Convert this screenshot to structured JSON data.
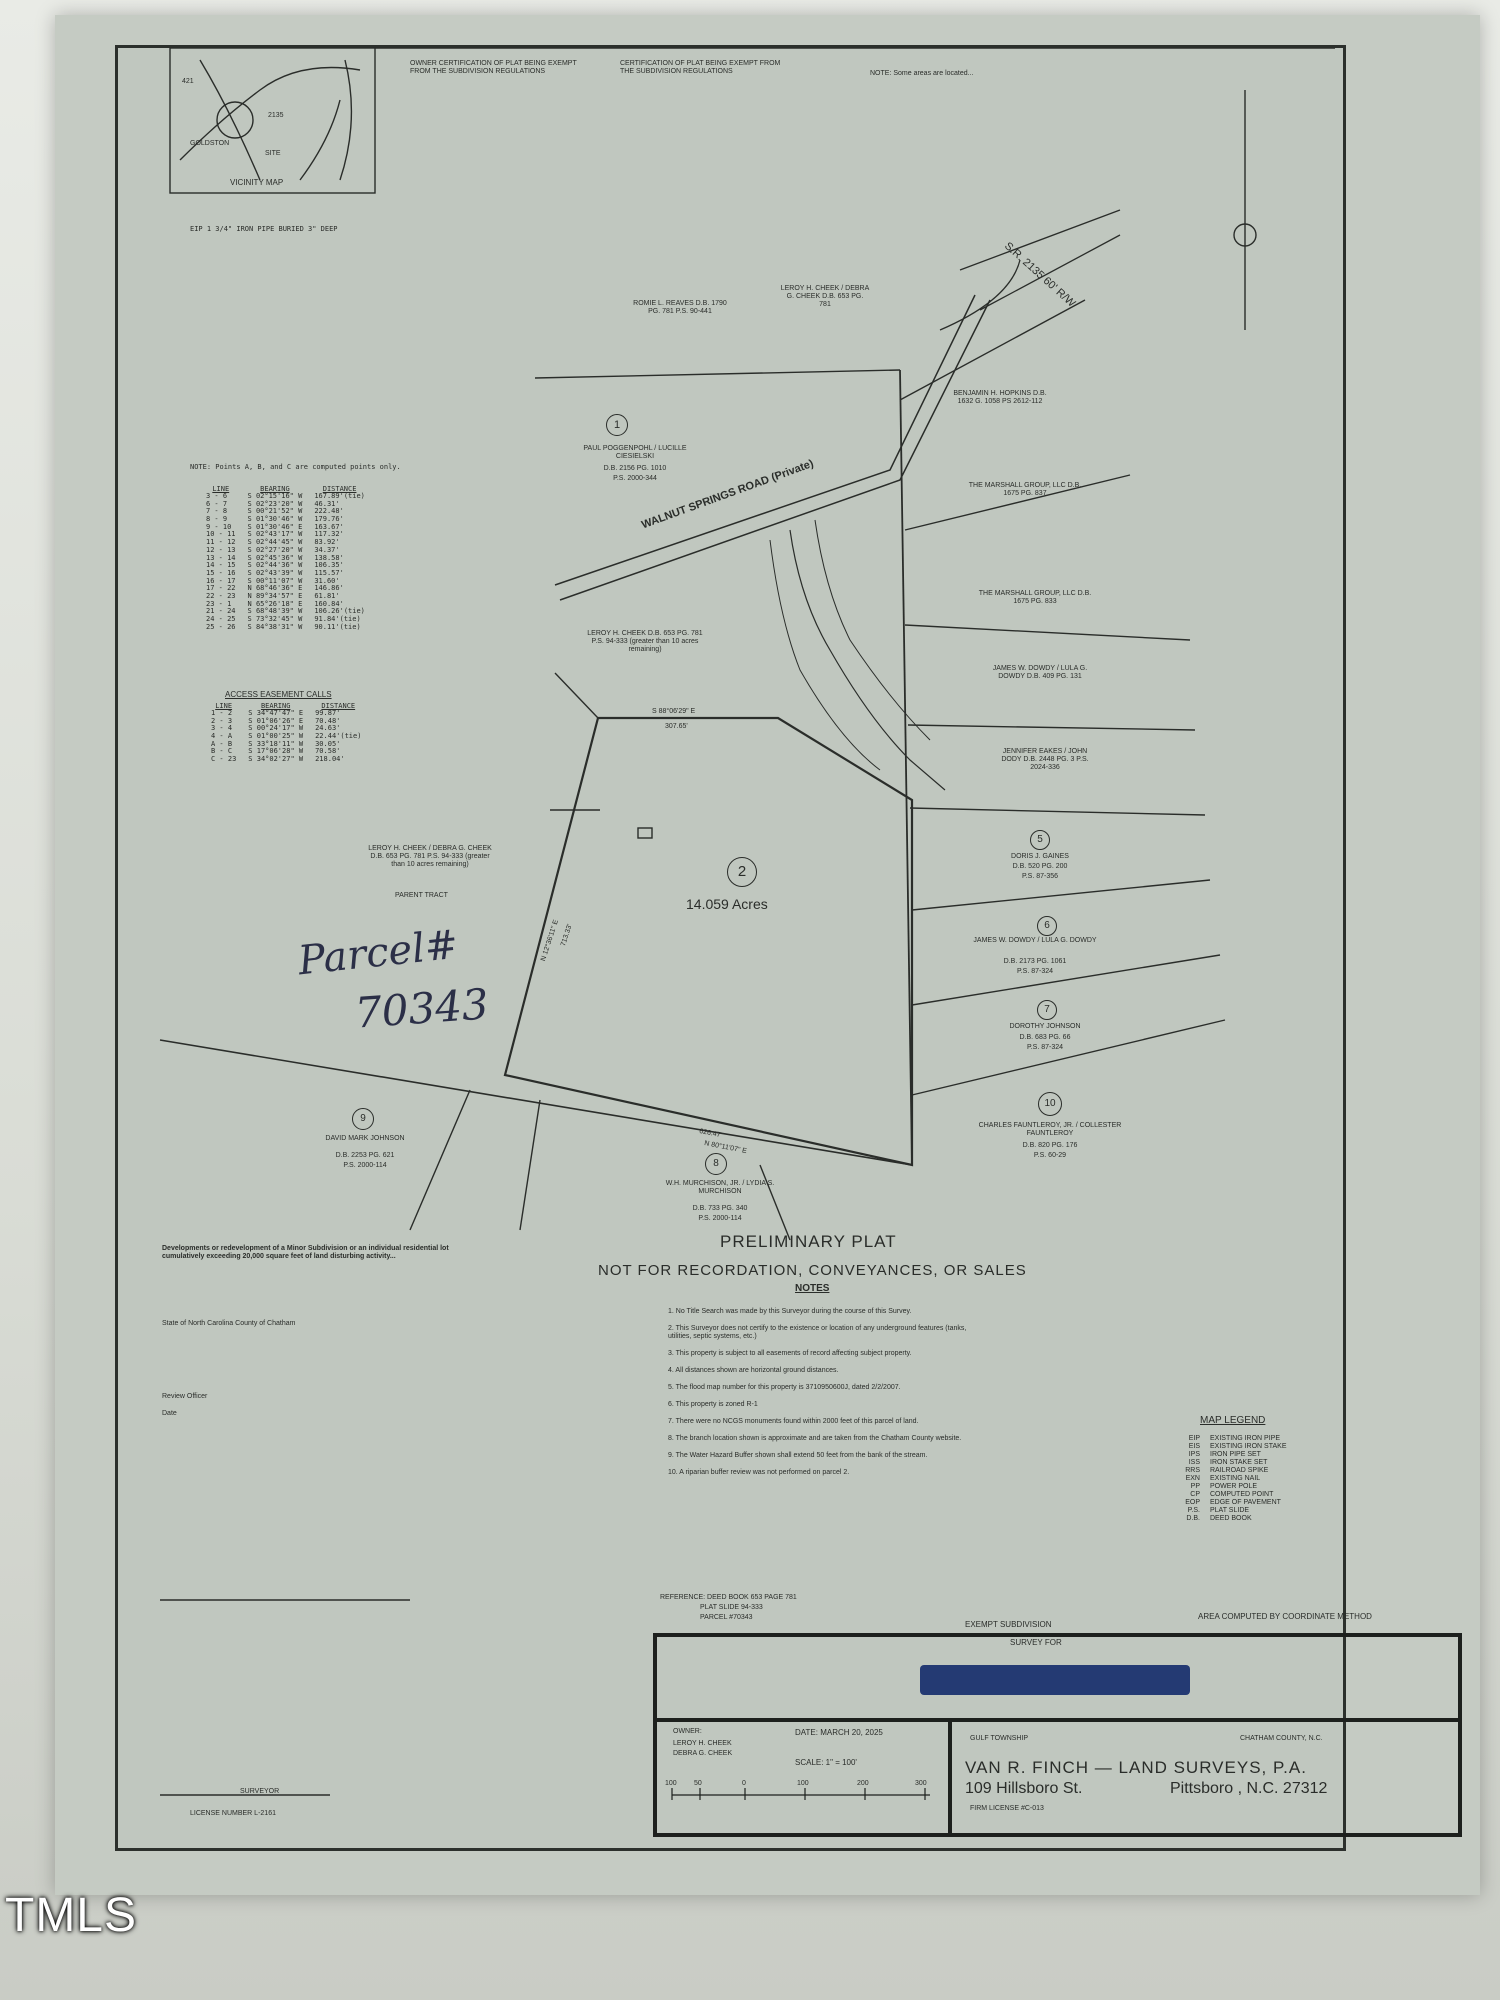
{
  "vicinity_map": {
    "label": "VICINITY MAP",
    "town": "GOLDSTON",
    "road_labels": [
      "421",
      "2135",
      "SITE"
    ]
  },
  "certificates": {
    "owner": "OWNER CERTIFICATION OF PLAT BEING EXEMPT FROM THE SUBDIVISION REGULATIONS",
    "exempt": "CERTIFICATION OF PLAT BEING EXEMPT FROM THE SUBDIVISION REGULATIONS",
    "note": "NOTE: Some areas are located..."
  },
  "pipe_list": {
    "header": "EIP 1  3/4\" IRON PIPE  BURIED 3\" DEEP",
    "note": "NOTE: Points A, B, and C are computed points only."
  },
  "line_table": {
    "headers": [
      "LINE",
      "BEARING",
      "DISTANCE"
    ],
    "rows": [
      [
        "3 - 6",
        "S 02°15'16\" W",
        "167.89'(tie)"
      ],
      [
        "6 - 7",
        "S 02°23'20\" W",
        "46.31'"
      ],
      [
        "7 - 8",
        "S 00°21'52\" W",
        "222.48'"
      ],
      [
        "8 - 9",
        "S 01°30'46\" W",
        "179.76'"
      ],
      [
        "9 - 10",
        "S 01°30'46\" E",
        "163.67'"
      ],
      [
        "10 - 11",
        "S 02°43'17\" W",
        "117.32'"
      ],
      [
        "11 - 12",
        "S 02°44'45\" W",
        "83.92'"
      ],
      [
        "12 - 13",
        "S 02°27'20\" W",
        "34.37'"
      ],
      [
        "13 - 14",
        "S 02°45'36\" W",
        "138.58'"
      ],
      [
        "14 - 15",
        "S 02°44'36\" W",
        "106.35'"
      ],
      [
        "15 - 16",
        "S 02°43'39\" W",
        "115.57'"
      ],
      [
        "16 - 17",
        "S 00°11'07\" W",
        "31.60'"
      ],
      [
        "17 - 22",
        "N 68°46'36\" E",
        "146.86'"
      ],
      [
        "22 - 23",
        "N 89°34'57\" E",
        "61.81'"
      ],
      [
        "23 - 1",
        "N 65°26'18\" E",
        "160.84'"
      ],
      [
        "21 - 24",
        "S 68°48'39\" W",
        "106.26'(tie)"
      ],
      [
        "24 - 25",
        "S 73°32'45\" W",
        "91.84'(tie)"
      ],
      [
        "25 - 26",
        "S 84°38'31\" W",
        "90.11'(tie)"
      ]
    ]
  },
  "access_table": {
    "title": "ACCESS EASEMENT CALLS",
    "headers": [
      "LINE",
      "BEARING",
      "DISTANCE"
    ],
    "rows": [
      [
        "1 - 2",
        "S 34°47'47\" E",
        "99.87'"
      ],
      [
        "2 - 3",
        "S 01°06'26\" E",
        "70.48'"
      ],
      [
        "3 - 4",
        "S 00°24'17\" W",
        "24.63'"
      ],
      [
        "4 - A",
        "S 01°00'25\" W",
        "22.44'(tie)"
      ],
      [
        "A - B",
        "S 33°18'11\" W",
        "30.05'"
      ],
      [
        "B - C",
        "S 17°06'28\" W",
        "70.58'"
      ],
      [
        "C - 23",
        "S 34°02'27\" W",
        "218.04'"
      ]
    ]
  },
  "parcels": {
    "p1": {
      "num": "1",
      "owner": "PAUL POGGENPOHL / LUCILLE CIESIELSKI",
      "db": "D.B. 2156 PG. 1010",
      "ps": "P.S. 2000-344"
    },
    "p2": {
      "num": "2",
      "acres": "14.059 Acres"
    },
    "p5": {
      "num": "5",
      "owner": "DORIS J. GAINES",
      "db": "D.B. 520 PG. 200",
      "ps": "P.S. 87-356"
    },
    "p6": {
      "num": "6",
      "owner": "JAMES W. DOWDY / LULA G. DOWDY",
      "db": "D.B. 2173 PG. 1061",
      "ps": "P.S. 87-324"
    },
    "p7": {
      "num": "7",
      "owner": "DOROTHY JOHNSON",
      "db": "D.B. 683 PG. 66",
      "ps": "P.S. 87-324"
    },
    "p8": {
      "num": "8",
      "owner": "W.H. MURCHISON, JR. / LYDIA S. MURCHISON",
      "db": "D.B. 733 PG. 340",
      "ps": "P.S. 2000-114"
    },
    "p9": {
      "num": "9",
      "owner": "DAVID MARK JOHNSON",
      "db": "D.B. 2253 PG. 621",
      "ps": "P.S. 2000-114"
    },
    "p10": {
      "num": "10",
      "owner": "CHARLES FAUNTLEROY, JR. / COLLESTER FAUNTLEROY",
      "db": "D.B. 820 PG. 176",
      "ps": "P.S. 60-29"
    }
  },
  "adjoiners": {
    "reaves": "ROMIE L. REAVES  D.B. 1790 PG. 781  P.S. 90-441",
    "cheek_top": "LEROY H. CHEEK / DEBRA G. CHEEK  D.B. 653 PG. 781",
    "hopkins": "BENJAMIN H. HOPKINS  D.B. 1632 G. 1058  PS 2612-112",
    "marshall1": "THE MARSHALL GROUP, LLC  D.B. 1675 PG. 837",
    "marshall2": "THE MARSHALL GROUP, LLC  D.B. 1675 PG. 833",
    "dowdy": "JAMES W. DOWDY / LULA G. DOWDY  D.B. 409 PG. 131",
    "eakes": "JENNIFER EAKES / JOHN DODY  D.B. 2448 PG. 3  P.S. 2024-336",
    "cheek_mid": "LEROY H. CHEEK  D.B. 653 PG. 781  P.S. 94-333  (greater than 10 acres remaining)",
    "parent": "LEROY H. CHEEK / DEBRA G. CHEEK  D.B. 653 PG. 781  P.S. 94-333  (greater than 10 acres remaining)",
    "parent_label": "PARENT TRACT"
  },
  "roads": {
    "state_road": "S.R. 2135 60' R/W",
    "walnut": "WALNUT SPRINGS ROAD (Private)",
    "call_top": "S 88°06'29\" E",
    "call_top_dist": "307.65'",
    "call_left": "N 12°36'11\" E",
    "call_left_dist": "713.33'",
    "call_bottom": "N 80°11'07\" E",
    "call_bottom_dist": "626.47'"
  },
  "handwriting": {
    "line1": "Parcel#",
    "line2": "70343"
  },
  "preliminary": {
    "title": "PRELIMINARY PLAT",
    "subtitle": "NOT FOR RECORDATION, CONVEYANCES, OR SALES"
  },
  "notes": {
    "title": "NOTES",
    "items": [
      "1. No Title Search was made by this Surveyor during the course of this Survey.",
      "2. This Surveyor does not certify to the existence or location of any underground features (tanks, utilities, septic systems, etc.)",
      "3. This property is subject to all easements of record affecting subject property.",
      "4. All distances shown are horizontal ground distances.",
      "5. The flood map number for this property is 3710950600J, dated 2/2/2007.",
      "6. This property is zoned R-1",
      "7. There were no NCGS monuments found within 2000 feet of this parcel of land.",
      "8. The branch location shown is approximate and are taken from the Chatham County website.",
      "9. The Water Hazard Buffer shown shall extend 50 feet from the bank of the stream.",
      "10. A riparian buffer review was not performed on parcel 2."
    ]
  },
  "reference": {
    "line1": "REFERENCE: DEED BOOK 653 PAGE 781",
    "line2": "PLAT SLIDE 94-333",
    "line3": "PARCEL #70343"
  },
  "legend": {
    "title": "MAP LEGEND",
    "items": [
      [
        "EIP",
        "EXISTING IRON PIPE"
      ],
      [
        "EIS",
        "EXISTING IRON STAKE"
      ],
      [
        "IPS",
        "IRON PIPE SET"
      ],
      [
        "ISS",
        "IRON STAKE SET"
      ],
      [
        "RRS",
        "RAILROAD SPIKE"
      ],
      [
        "EXN",
        "EXISTING NAIL"
      ],
      [
        "PP",
        "POWER POLE"
      ],
      [
        "CP",
        "COMPUTED POINT"
      ],
      [
        "EOP",
        "EDGE OF PAVEMENT"
      ],
      [
        "P.S.",
        "PLAT SLIDE"
      ],
      [
        "D.B.",
        "DEED BOOK"
      ]
    ],
    "area_note": "AREA COMPUTED BY COORDINATE METHOD"
  },
  "title_block": {
    "exempt": "EXEMPT SUBDIVISION",
    "survey_for": "SURVEY FOR",
    "owner_label": "OWNER:",
    "owner1": "LEROY H. CHEEK",
    "owner2": "DEBRA G. CHEEK",
    "date": "DATE: MARCH 20, 2025",
    "scale": "SCALE: 1\" = 100'",
    "scale_ticks": [
      "100",
      "50",
      "0",
      "100",
      "200",
      "300"
    ],
    "township": "GULF TOWNSHIP",
    "county": "CHATHAM COUNTY, N.C.",
    "firm": "VAN R. FINCH  —  LAND SURVEYS, P.A.",
    "address": "109 Hillsboro St.",
    "city": "Pittsboro ,  N.C.  27312",
    "license": "FIRM LICENSE #C-013"
  },
  "left_cert": {
    "block1": "Developments or redevelopment of a Minor Subdivision or an individual residential lot cumulatively exceeding 20,000 square feet of land disturbing activity...",
    "state": "State of North Carolina  County of Chatham",
    "review": "Review Officer",
    "date": "Date",
    "surveyor": "SURVEYOR",
    "license": "LICENSE NUMBER L-2161"
  },
  "watermark": "TMLS"
}
